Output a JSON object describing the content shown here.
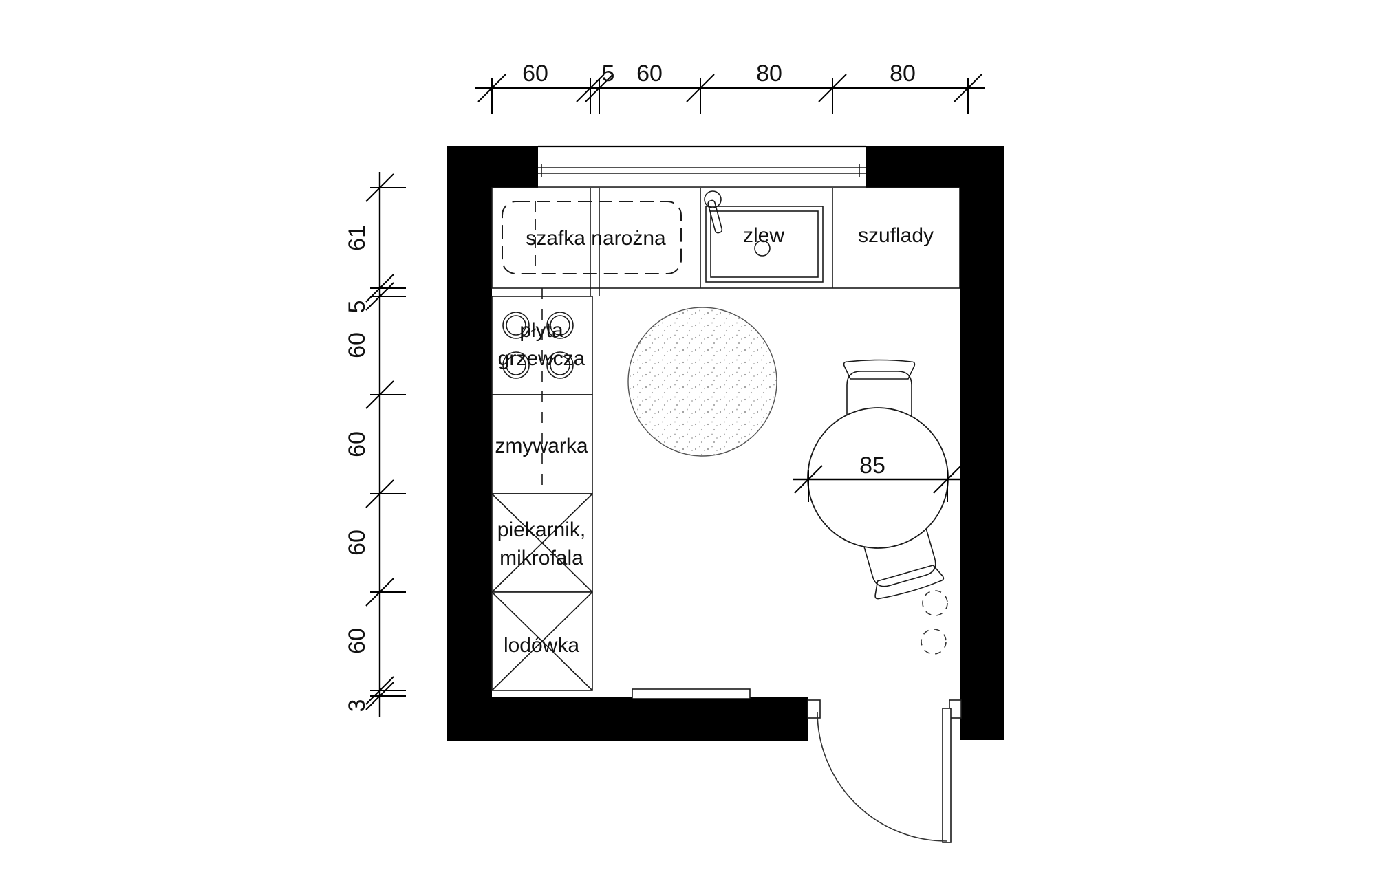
{
  "title": "kitchen floor plan",
  "dimensions": {
    "top": [
      "60",
      "5",
      "60",
      "80",
      "80"
    ],
    "left": [
      "61",
      "5",
      "60",
      "60",
      "60",
      "60",
      "3"
    ],
    "table_diameter": "85"
  },
  "labels": {
    "corner_cabinet": "szafka narożna",
    "sink": "zlew",
    "drawers": "szuflady",
    "hob_line1": "płyta",
    "hob_line2": "grzewcza",
    "dishwasher": "zmywarka",
    "oven_line1": "piekarnik,",
    "oven_line2": "mikrofala",
    "fridge": "lodówka"
  },
  "colors": {
    "wall": "#000000",
    "line": "#1a1a1a",
    "background": "#ffffff"
  }
}
